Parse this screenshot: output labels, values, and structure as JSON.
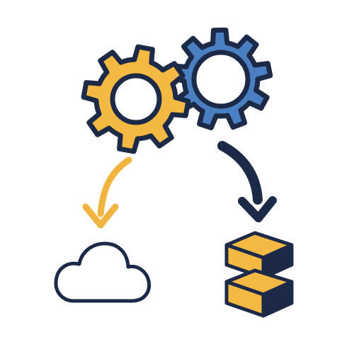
{
  "diagram": {
    "colors": {
      "outline": "#1c2a48",
      "gear_left": "#f4b942",
      "gear_right": "#4a80c2",
      "arrow_left": "#f2b440",
      "arrow_right": "#1c2a48",
      "cloud_fill": "#ffffff",
      "block_fill": "#f4b942",
      "block_side": "#1c2a48"
    },
    "gears": [
      {
        "name": "gear-left-icon",
        "teeth": 8
      },
      {
        "name": "gear-right-icon",
        "teeth": 9
      }
    ],
    "icons": [
      "cloud-icon",
      "storage-blocks-icon"
    ],
    "arrows": [
      "arrow-to-cloud",
      "arrow-to-storage"
    ]
  }
}
